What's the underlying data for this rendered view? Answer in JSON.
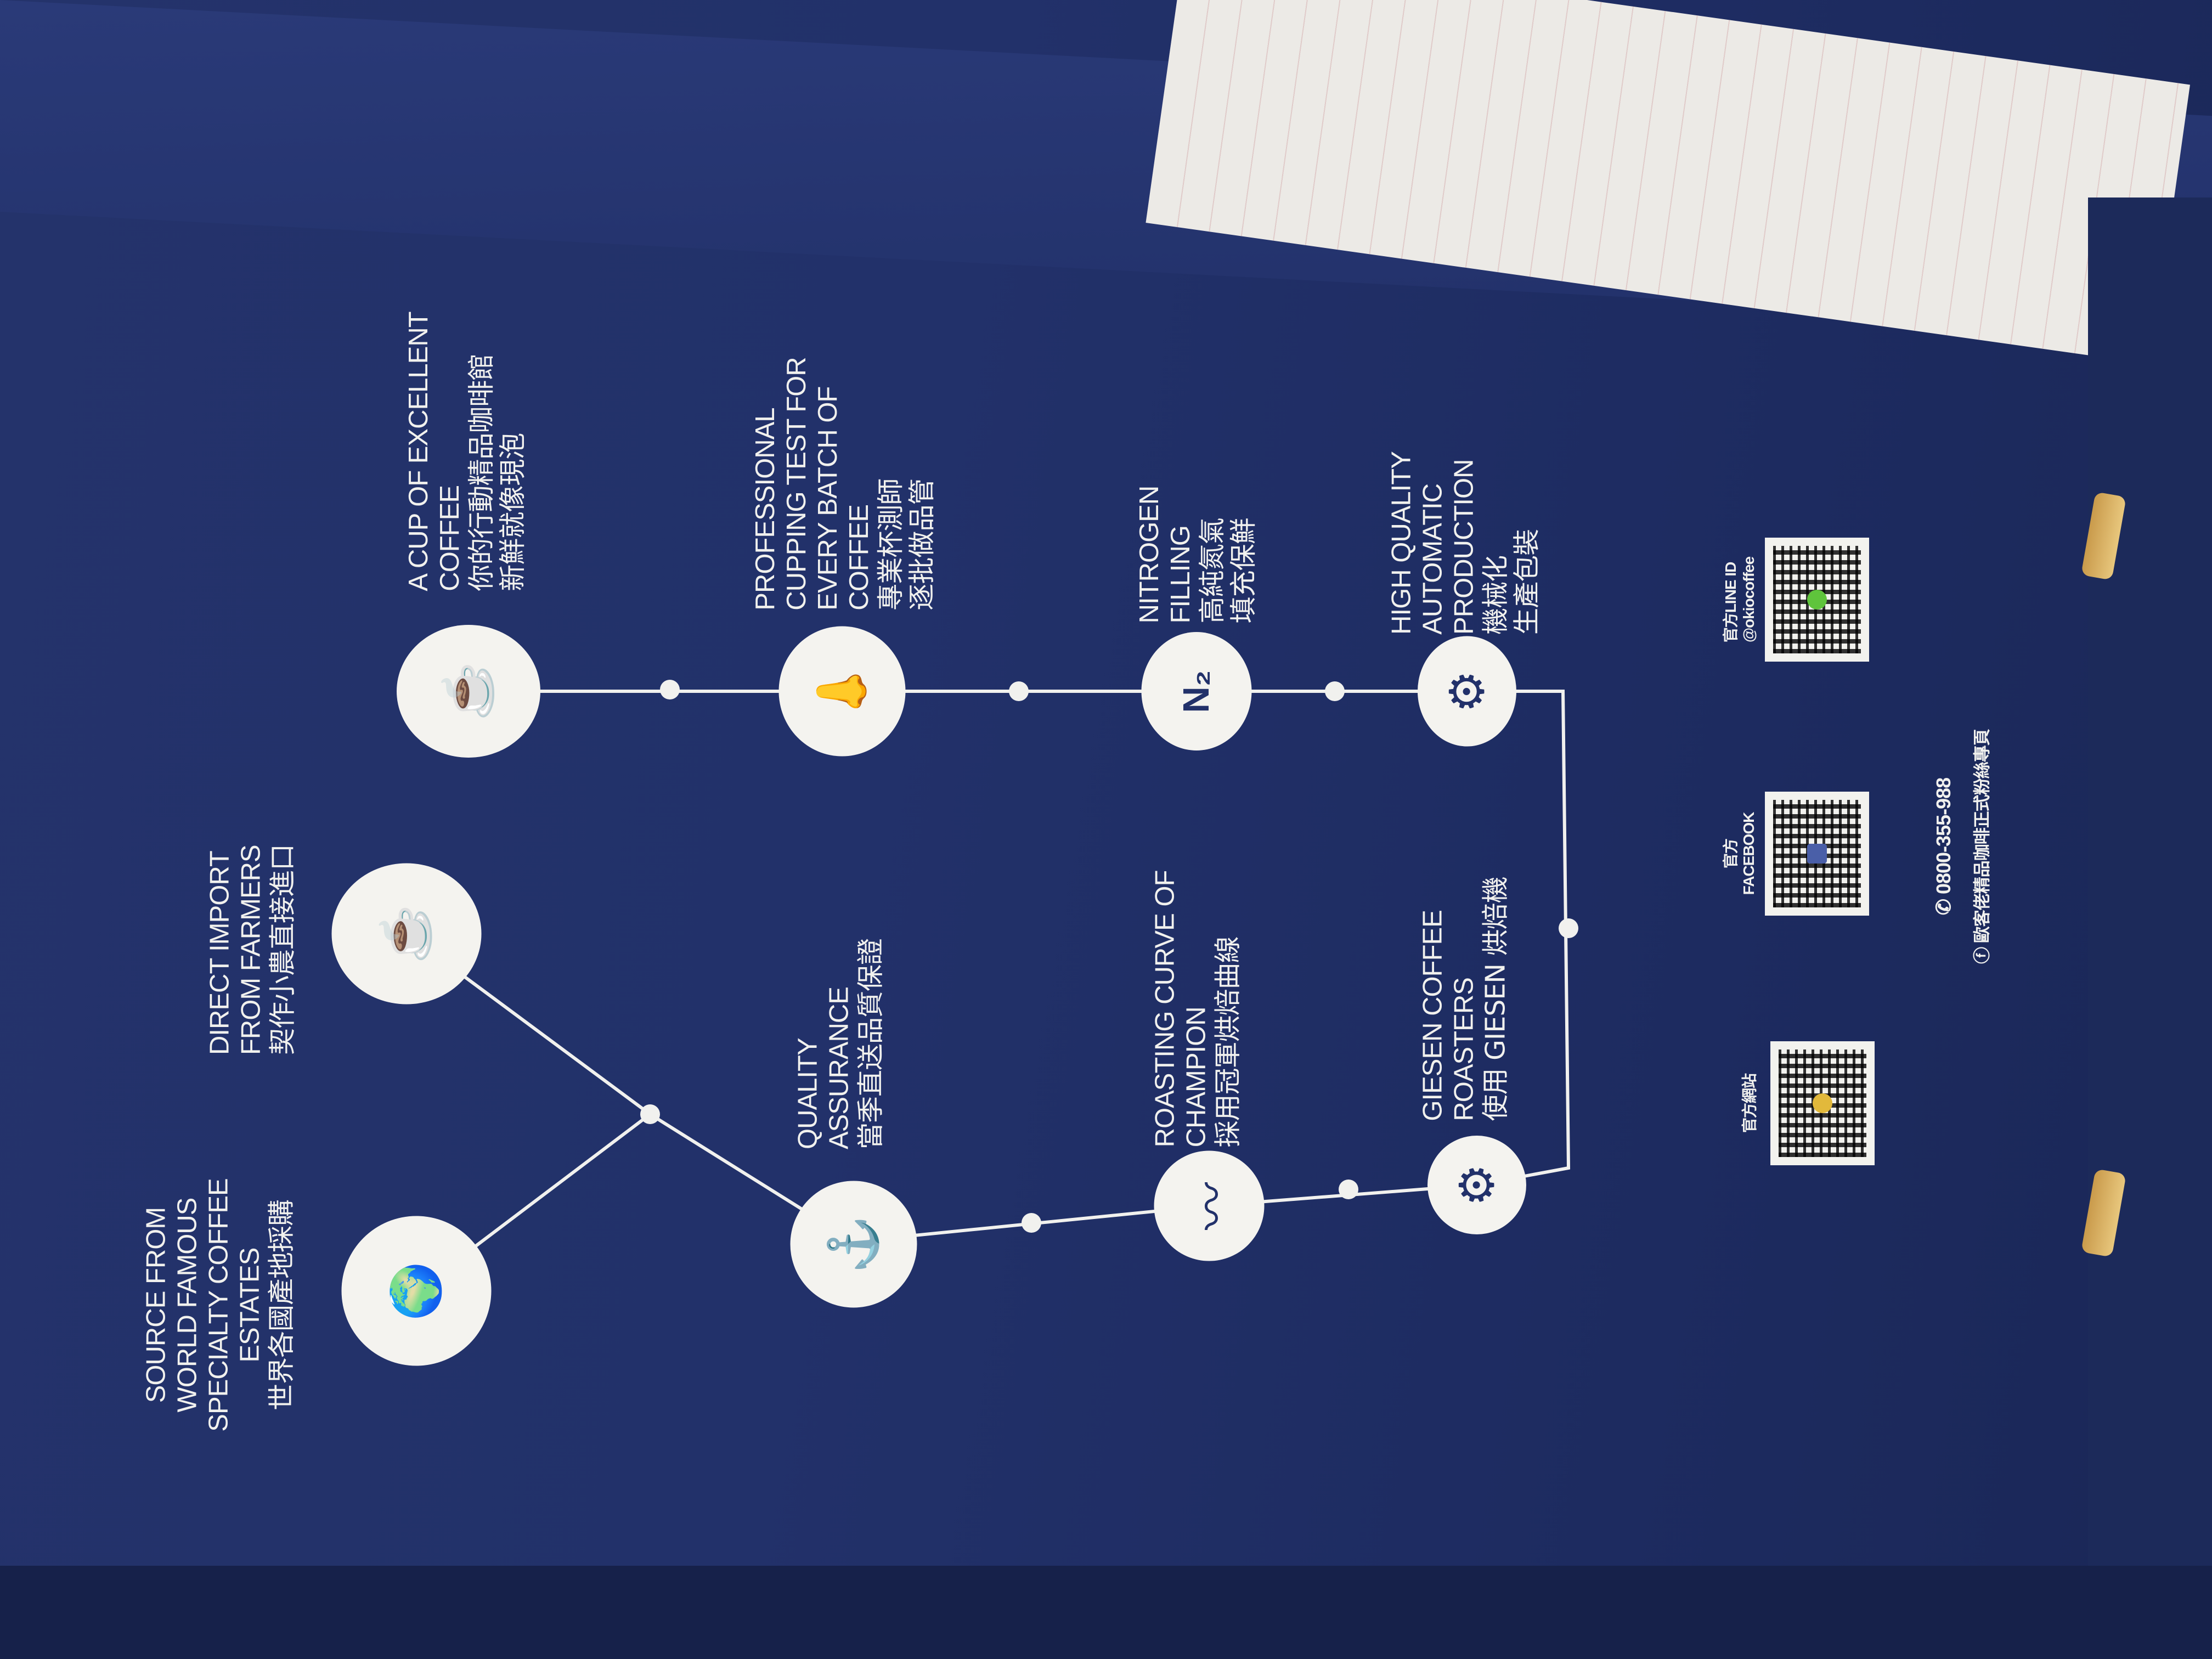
{
  "steps": {
    "source": {
      "en": [
        "SOURCE FROM",
        "WORLD FAMOUS",
        "SPECIALTY COFFEE",
        "ESTATES"
      ],
      "zh": "世界各國產地採購"
    },
    "direct_import": {
      "en": [
        "DIRECT IMPORT",
        "FROM FARMERS"
      ],
      "zh": "契作小農直接進口"
    },
    "quality": {
      "en": [
        "QUALITY",
        "ASSURANCE"
      ],
      "zh": "當季直送品質保證"
    },
    "roasting": {
      "en": [
        "ROASTING CURVE OF",
        "CHAMPION"
      ],
      "zh": "採用冠軍烘焙曲線"
    },
    "giesen": {
      "en": [
        "GIESEN COFFEE",
        "ROASTERS"
      ],
      "zh": "使用 GIESEN 烘焙機"
    },
    "production": {
      "en": [
        "HIGH QUALITY",
        "AUTOMATIC",
        "PRODUCTION"
      ],
      "zh": [
        "機械化",
        "生產包裝"
      ]
    },
    "nitrogen": {
      "en": [
        "NITROGEN",
        "FILLING"
      ],
      "zh": [
        "高純氮氣",
        "填充保鮮"
      ],
      "icon_text": "N₂"
    },
    "cupping": {
      "en": [
        "PROFESSIONAL",
        "CUPPING TEST FOR",
        "EVERY BATCH OF",
        "COFFEE"
      ],
      "zh": [
        "專業杯測師",
        "逐批做品管"
      ]
    },
    "cup": {
      "en": [
        "A CUP OF EXCELLENT",
        "COFFEE"
      ],
      "zh": [
        "你的行動精品咖啡館",
        "新鮮就像現泡"
      ]
    }
  },
  "contact": {
    "line_label": "官方LINE ID",
    "line_id": "@okiocoffee",
    "facebook_label_zh": "官方",
    "facebook_label": "FACEBOOK",
    "website_label": "官方網站",
    "phone": "0800-355-988",
    "facebook_page": "歐客佬精品咖啡正式粉絲專頁"
  },
  "colors": {
    "box": "#22316a",
    "ink": "#f1f1ee",
    "line_qr": "#5fc43c",
    "web_qr": "#e2b93b",
    "fb_qr": "#4a5fa8"
  }
}
